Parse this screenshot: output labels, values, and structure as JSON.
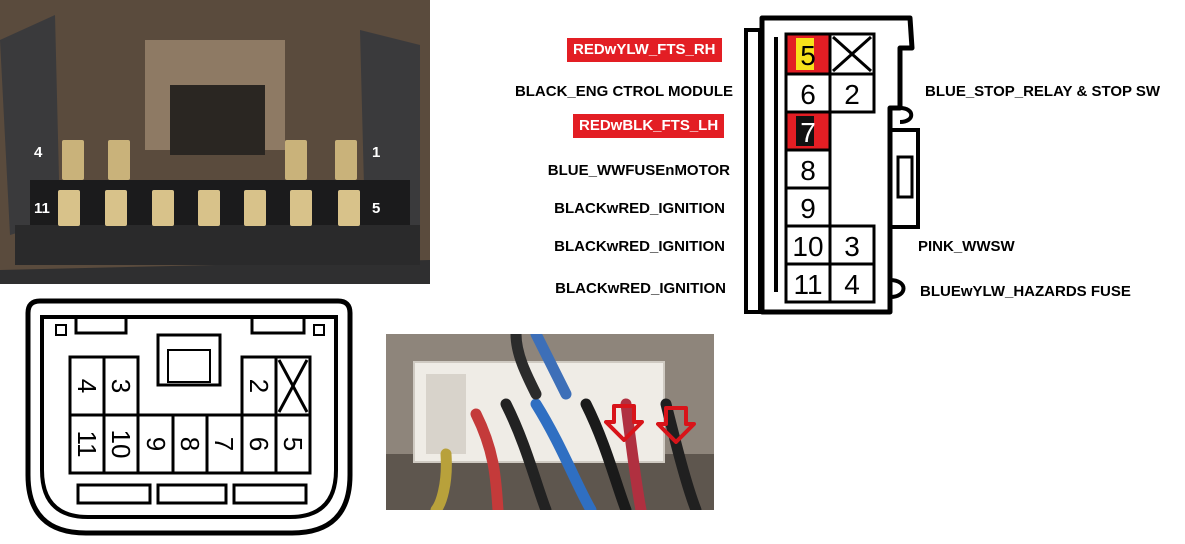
{
  "photo": {
    "pin_labels": [
      "4",
      "1",
      "11",
      "5"
    ]
  },
  "diagram": {
    "cells": [
      {
        "pin": "5"
      },
      {
        "pin": "2"
      },
      {
        "pin": "6"
      },
      {
        "pin": "7"
      },
      {
        "pin": "8"
      },
      {
        "pin": "9"
      },
      {
        "pin": "10"
      },
      {
        "pin": "3"
      },
      {
        "pin": "11"
      },
      {
        "pin": "4"
      }
    ],
    "left_labels": [
      "REDwYLW_FTS_RH",
      "BLACK_ENG CTROL MODULE",
      "REDwBLK_FTS_LH",
      "BLUE_WWFUSEnMOTOR",
      "BLACKwRED_IGNITION",
      "BLACKwRED_IGNITION",
      "BLACKwRED_IGNITION"
    ],
    "right_labels": [
      "BLUE_STOP_RELAY & STOP SW",
      "PINK_WWSW",
      "BLUEwYLW_HAZARDS FUSE"
    ]
  },
  "face_view": {
    "pins": [
      "4",
      "3",
      "2",
      "11",
      "10",
      "9",
      "8",
      "7",
      "6",
      "5"
    ]
  },
  "colors": {
    "highlight_red": "#e31e24",
    "highlight_yellow": "#f7e11b",
    "arrow_red": "#d8141a"
  }
}
